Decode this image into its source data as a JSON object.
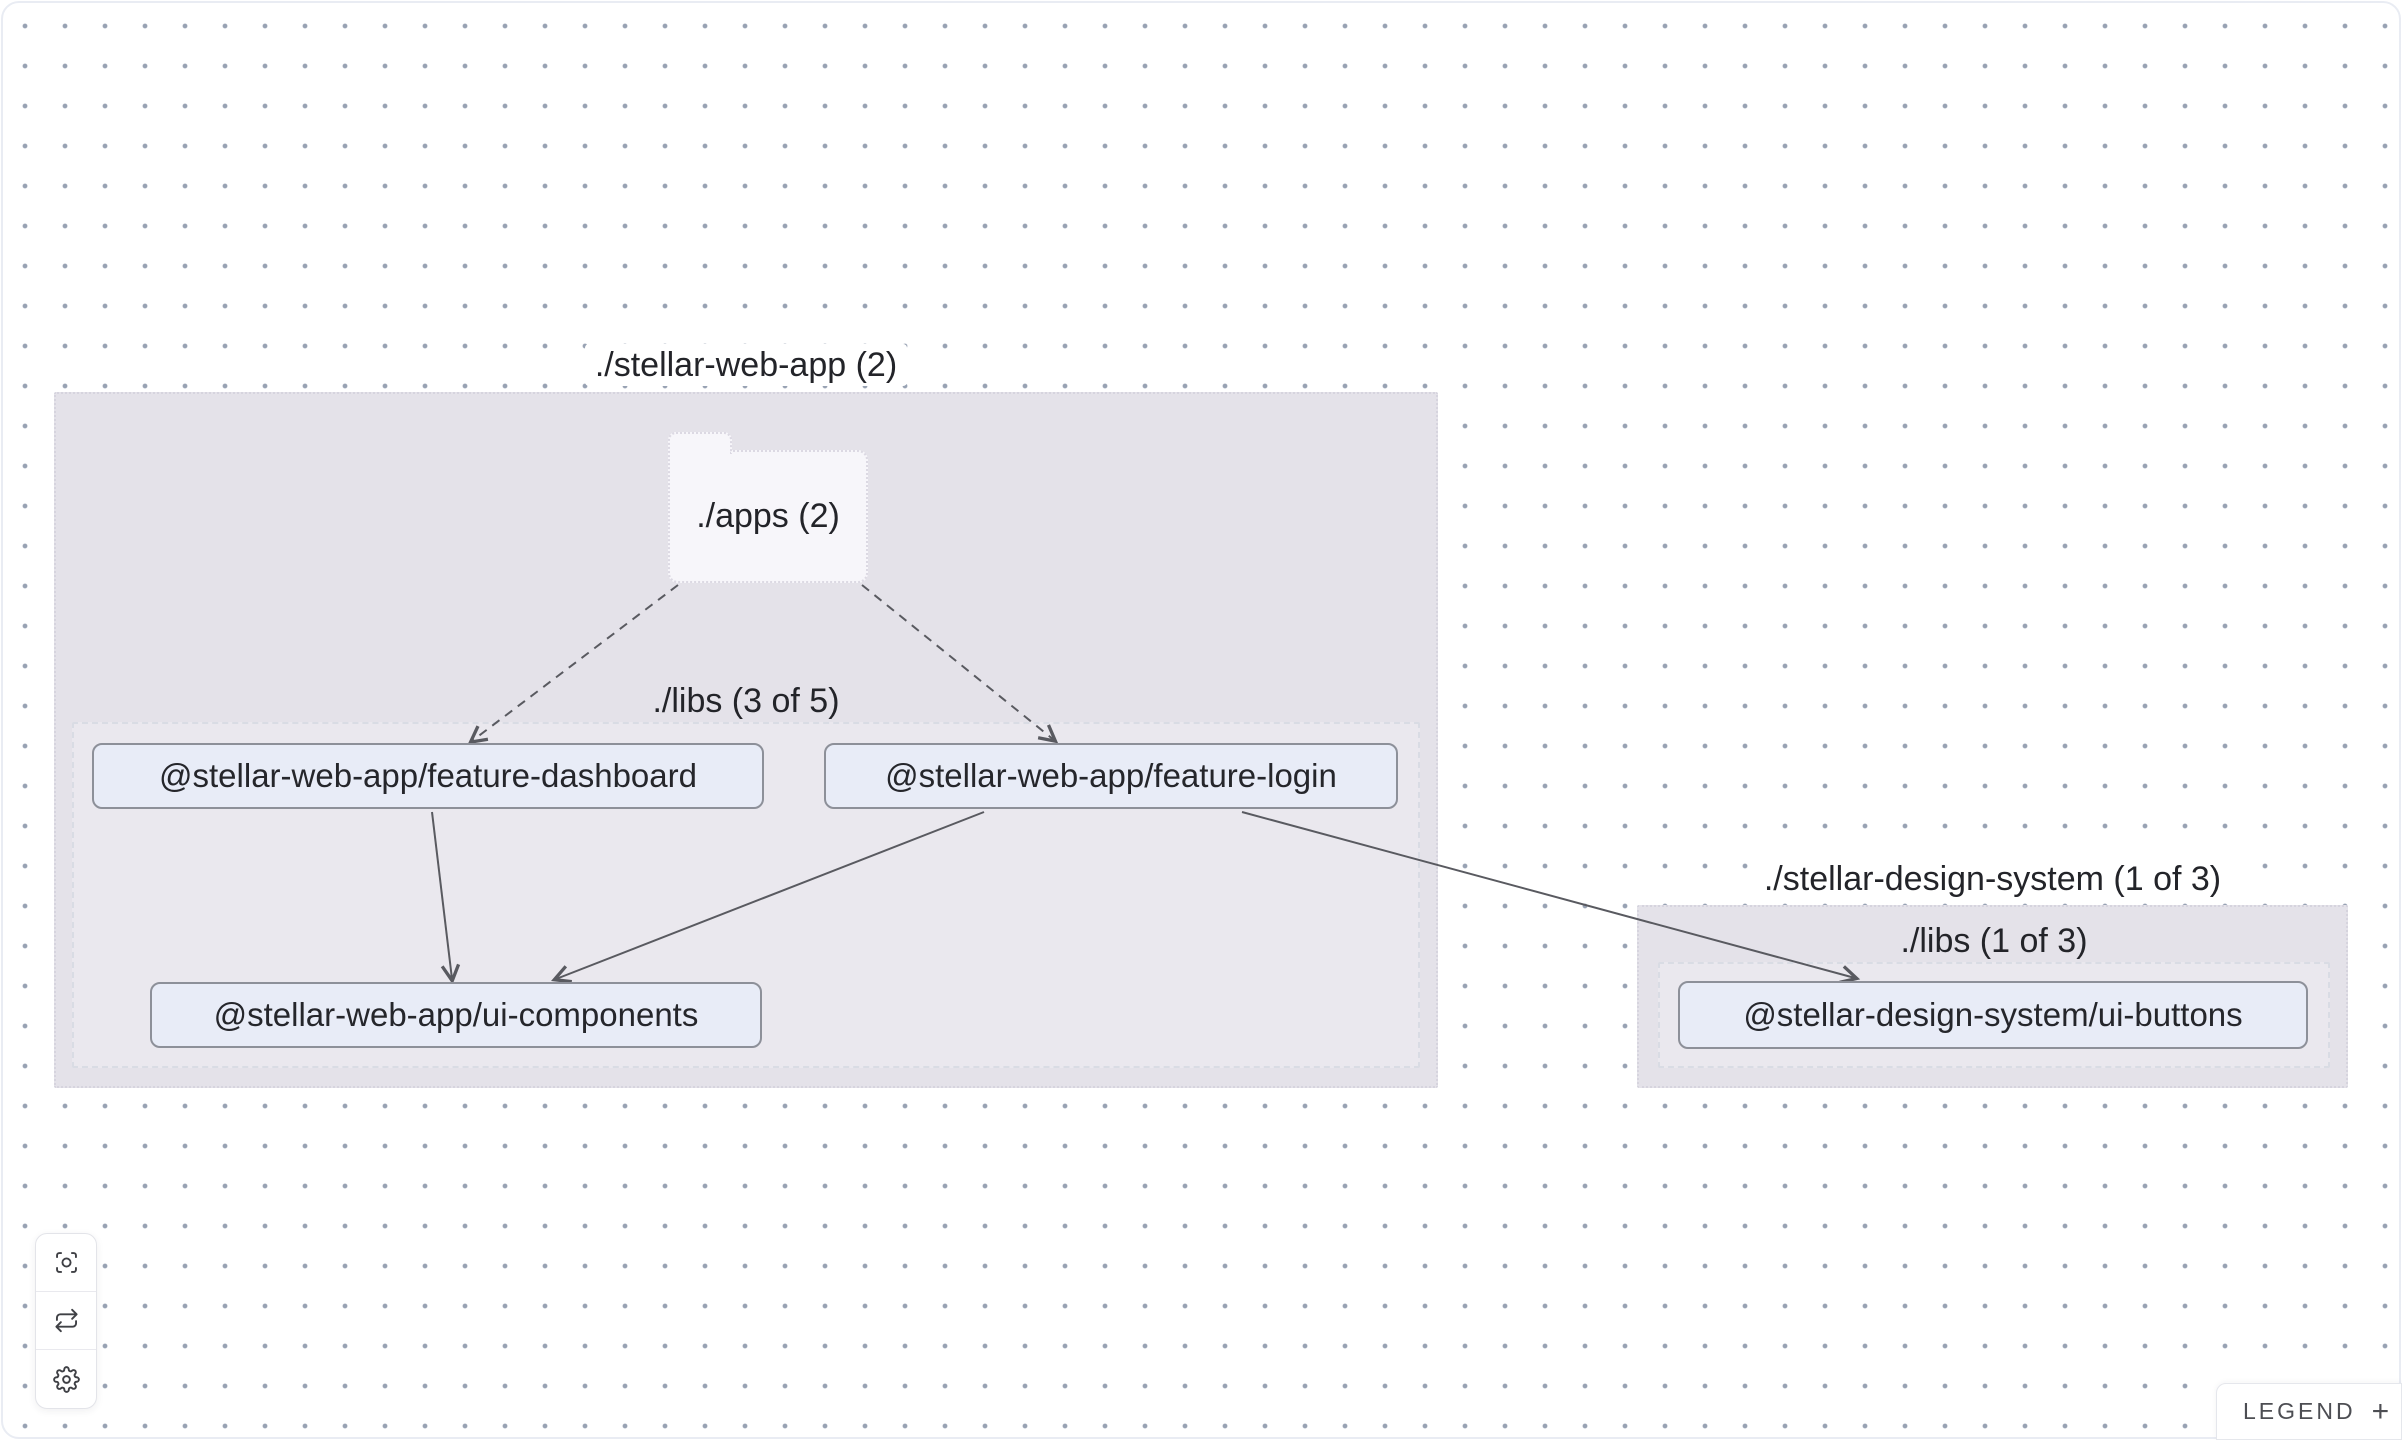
{
  "groups": [
    {
      "label": "./stellar-web-app (2)",
      "folder": {
        "label": "./apps (2)"
      },
      "libs": {
        "label": "./libs (3 of 5)"
      }
    },
    {
      "label": "./stellar-design-system (1 of 3)",
      "libs": {
        "label": "./libs (1 of 3)"
      }
    }
  ],
  "nodes": [
    {
      "label": "@stellar-web-app/feature-dashboard"
    },
    {
      "label": "@stellar-web-app/feature-login"
    },
    {
      "label": "@stellar-web-app/ui-components"
    },
    {
      "label": "@stellar-design-system/ui-buttons"
    }
  ],
  "edges": [
    {
      "from": "./apps (2)",
      "to": "@stellar-web-app/feature-dashboard",
      "style": "dashed"
    },
    {
      "from": "./apps (2)",
      "to": "@stellar-web-app/feature-login",
      "style": "dashed"
    },
    {
      "from": "@stellar-web-app/feature-dashboard",
      "to": "@stellar-web-app/ui-components",
      "style": "solid"
    },
    {
      "from": "@stellar-web-app/feature-login",
      "to": "@stellar-web-app/ui-components",
      "style": "solid"
    },
    {
      "from": "@stellar-web-app/feature-login",
      "to": "@stellar-design-system/ui-buttons",
      "style": "solid"
    }
  ],
  "toolbar": {
    "buttons": [
      {
        "icon": "focus-target-icon"
      },
      {
        "icon": "refresh-cycle-icon"
      },
      {
        "icon": "settings-gear-icon"
      }
    ]
  },
  "legend": {
    "label": "LEGEND",
    "expand_symbol": "+"
  },
  "colors": {
    "canvas_dot": "#98a2b3",
    "group_fill": "#e4e2e9",
    "node_fill": "#e8ecf7",
    "node_border": "#8d9099",
    "edge": "#595a60",
    "text": "#232429"
  }
}
